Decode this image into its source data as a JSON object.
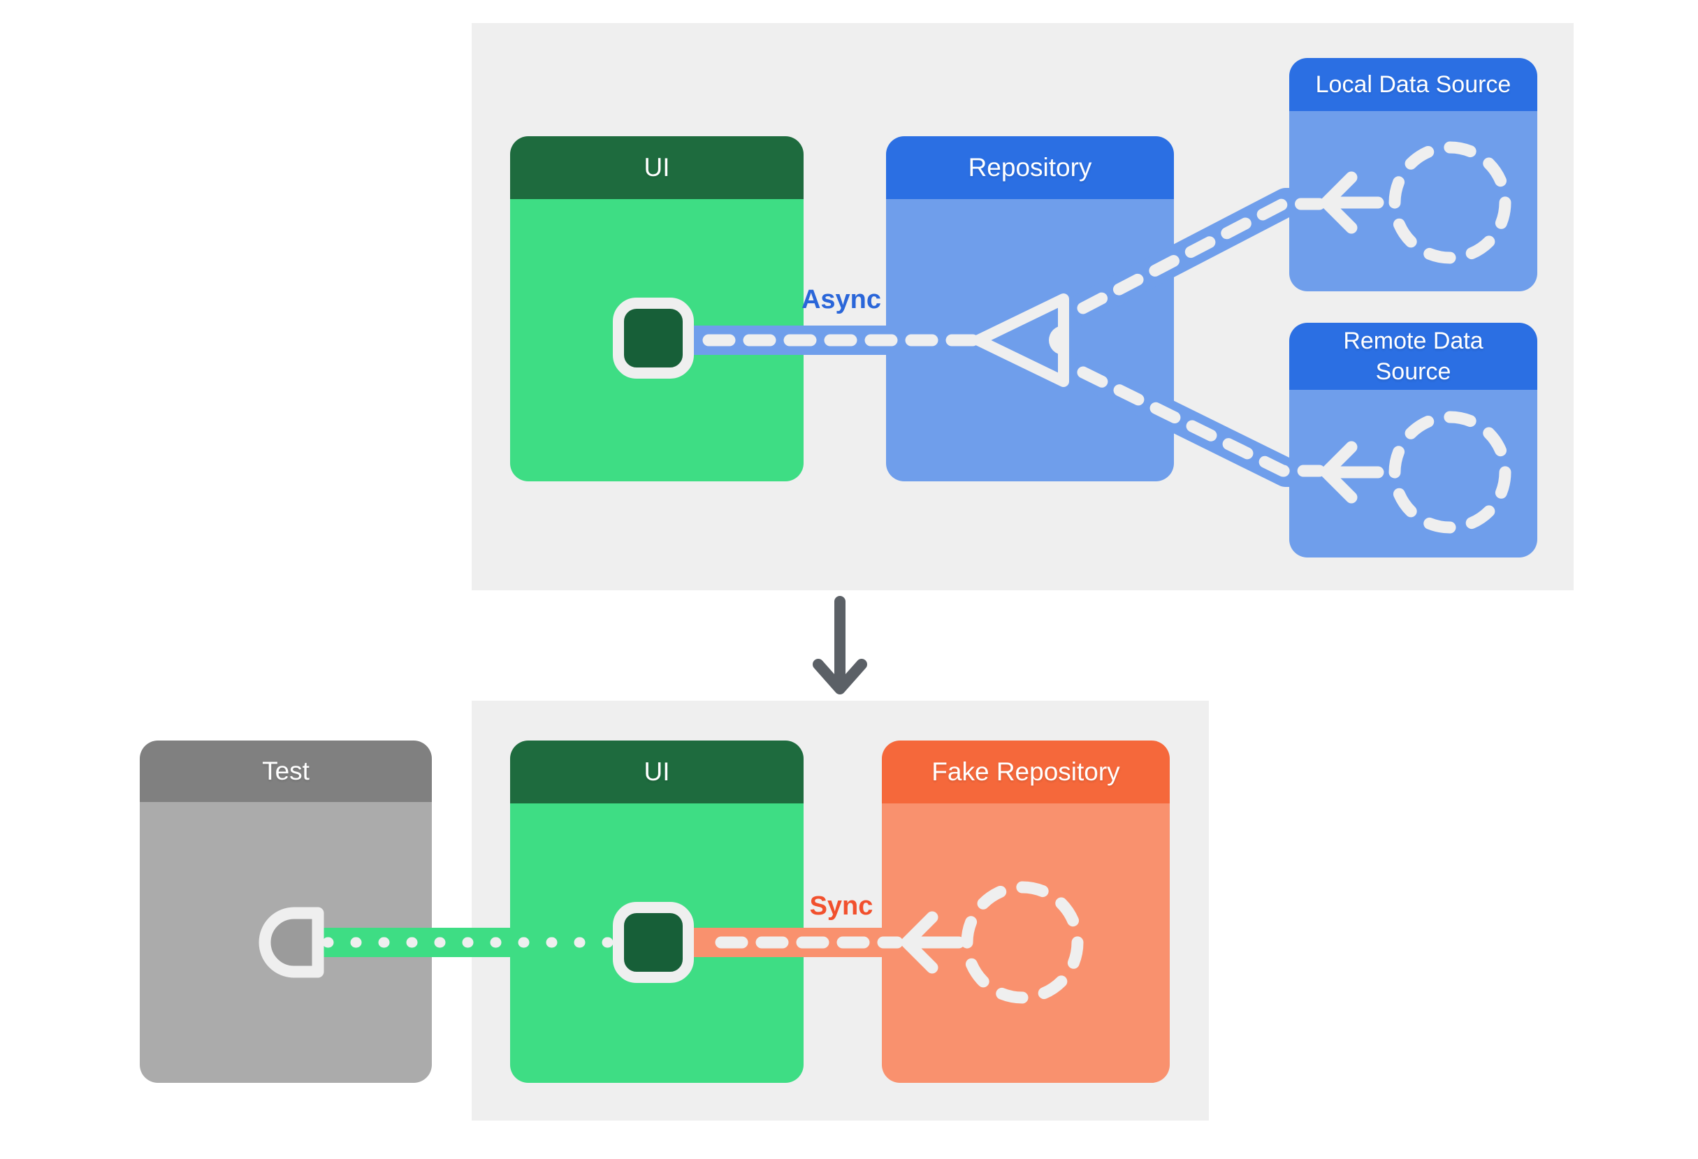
{
  "diagram": {
    "top_flow": {
      "boxes": {
        "ui": {
          "title": "UI"
        },
        "repository": {
          "title": "Repository"
        },
        "local_data_source": {
          "title": "Local Data Source"
        },
        "remote_data_source": {
          "title": "Remote Data Source"
        }
      },
      "connection_label": "Async"
    },
    "bottom_flow": {
      "boxes": {
        "test": {
          "title": "Test"
        },
        "ui": {
          "title": "UI"
        },
        "fake_repository": {
          "title": "Fake Repository"
        }
      },
      "connection_label": "Sync"
    }
  },
  "icons": {
    "merge_triangle": "merge-junction",
    "dashed_circle": "data-source-placeholder",
    "left_arrow": "data-flow-arrow",
    "socket_square": "ui-port",
    "socket_d": "test-port",
    "down_arrow": "transforms-into-arrow"
  },
  "colors": {
    "panel_bg": "#efefef",
    "white_connector": "#efefef",
    "title_text": "#ffffff",
    "green_header": "#1e6b3e",
    "green_body": "#3edd84",
    "green_socket": "#175f38",
    "blue_header": "#2b6fe3",
    "blue_body": "#6f9eeb",
    "orange_header": "#f5683b",
    "orange_body": "#f9916e",
    "gray_header": "#808080",
    "gray_body": "#ababab",
    "gray_socket": "#9b9b9b",
    "async_label": "#2a66d9",
    "sync_label": "#f1502d",
    "down_arrow": "#5b6066"
  }
}
